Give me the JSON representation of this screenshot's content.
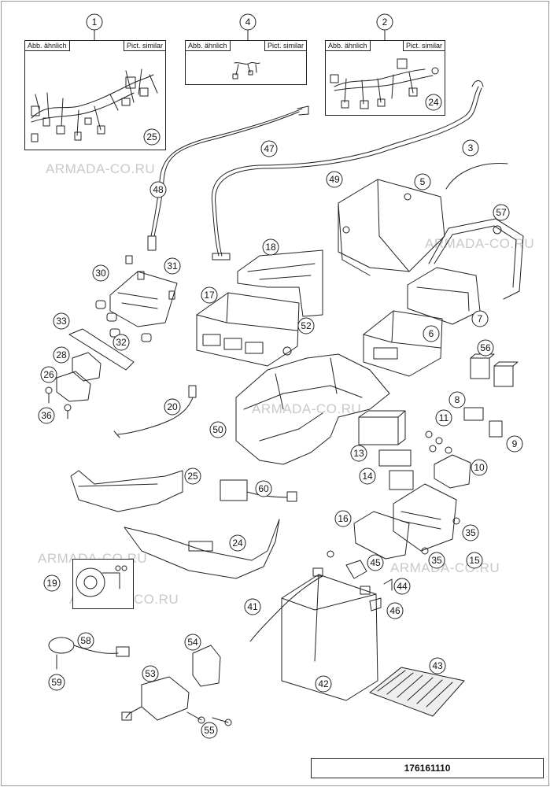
{
  "watermarks": [
    "ARMADA-CO.RU",
    "ARMADA-CO.RU",
    "ARMADA-CO.RU",
    "ARMADA-CO.RU",
    "ARMADA-CO.RU",
    "ARMADA-CO.RU"
  ],
  "insets": [
    {
      "callout": "1",
      "left_label": "Abb. ähnlich",
      "right_label": "Pict. similar",
      "sub_callout": "25"
    },
    {
      "callout": "4",
      "left_label": "Abb. ähnlich",
      "right_label": "Pict. similar"
    },
    {
      "callout": "2",
      "left_label": "Abb. ähnlich",
      "right_label": "Pict. similar",
      "sub_callout": "24"
    }
  ],
  "callouts": [
    "3",
    "5",
    "57",
    "48",
    "47",
    "49",
    "18",
    "31",
    "30",
    "17",
    "52",
    "7",
    "6",
    "56",
    "33",
    "32",
    "28",
    "26",
    "36",
    "20",
    "50",
    "8",
    "11",
    "9",
    "13",
    "10",
    "14",
    "25",
    "60",
    "16",
    "35",
    "35",
    "15",
    "24",
    "45",
    "44",
    "46",
    "19",
    "41",
    "58",
    "42",
    "43",
    "54",
    "53",
    "59",
    "55"
  ],
  "part_number": "176161110"
}
